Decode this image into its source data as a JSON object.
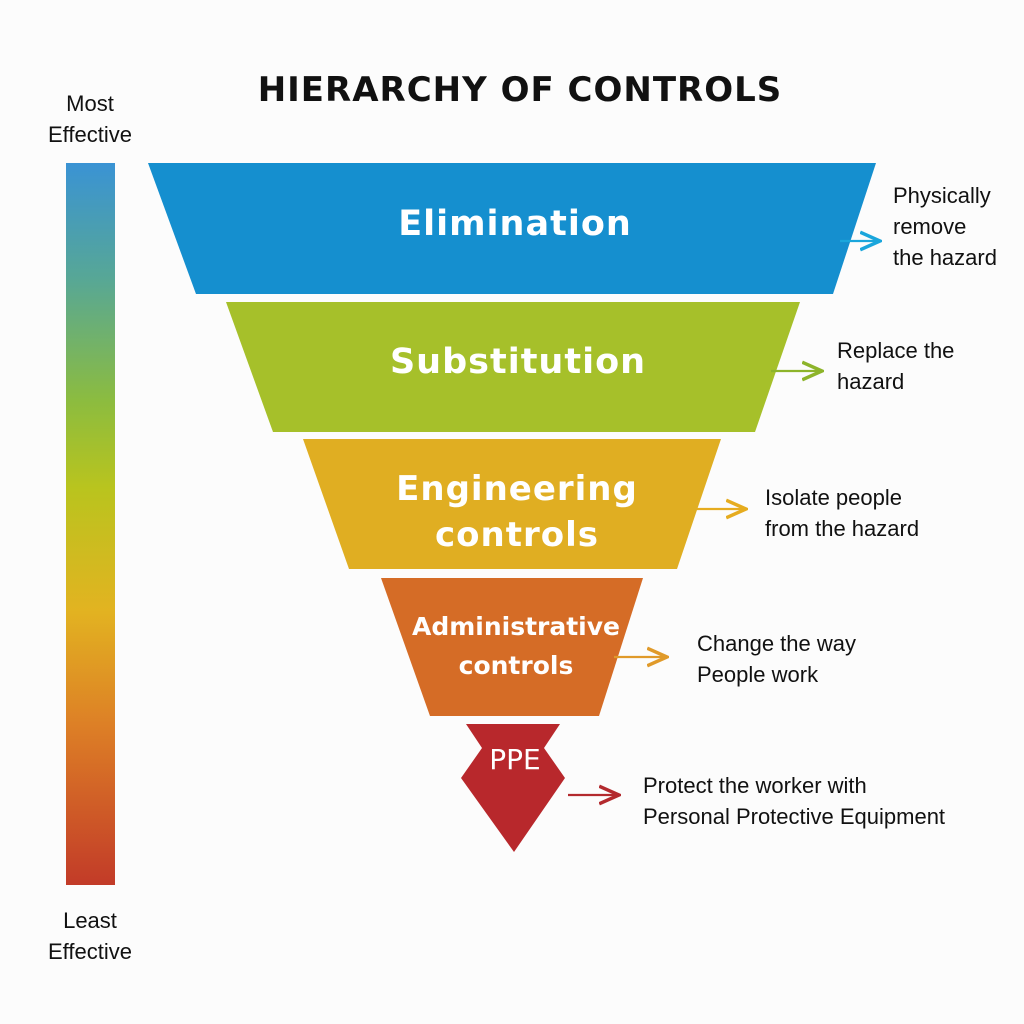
{
  "title": "HIERARCHY OF CONTROLS",
  "scale": {
    "top_label_line1": "Most",
    "top_label_line2": "Effective",
    "bottom_label_line1": "Least",
    "bottom_label_line2": "Effective"
  },
  "levels": [
    {
      "name_line1": "Elimination",
      "name_line2": "",
      "desc_line1": "Physically",
      "desc_line2": "remove",
      "desc_line3": "the hazard",
      "color": "#158fcf",
      "arrow_color": "#1aa6dc"
    },
    {
      "name_line1": "Substitution",
      "name_line2": "",
      "desc_line1": "Replace the",
      "desc_line2": "hazard",
      "color": "#a6c02a",
      "arrow_color": "#8db42a"
    },
    {
      "name_line1": "Engineering",
      "name_line2": "controls",
      "desc_line1": "Isolate people",
      "desc_line2": "from the hazard",
      "color": "#e0ae22",
      "arrow_color": "#e6ac1f"
    },
    {
      "name_line1": "Administrative",
      "name_line2": "controls",
      "desc_line1": "Change the way",
      "desc_line2": "People work",
      "color": "#d56c26",
      "arrow_color": "#e09a2a"
    },
    {
      "name_line1": "PPE",
      "name_line2": "",
      "desc_line1": "Protect the worker with",
      "desc_line2": "Personal Protective Equipment",
      "color": "#b8282c",
      "arrow_color": "#b32a2e"
    }
  ]
}
